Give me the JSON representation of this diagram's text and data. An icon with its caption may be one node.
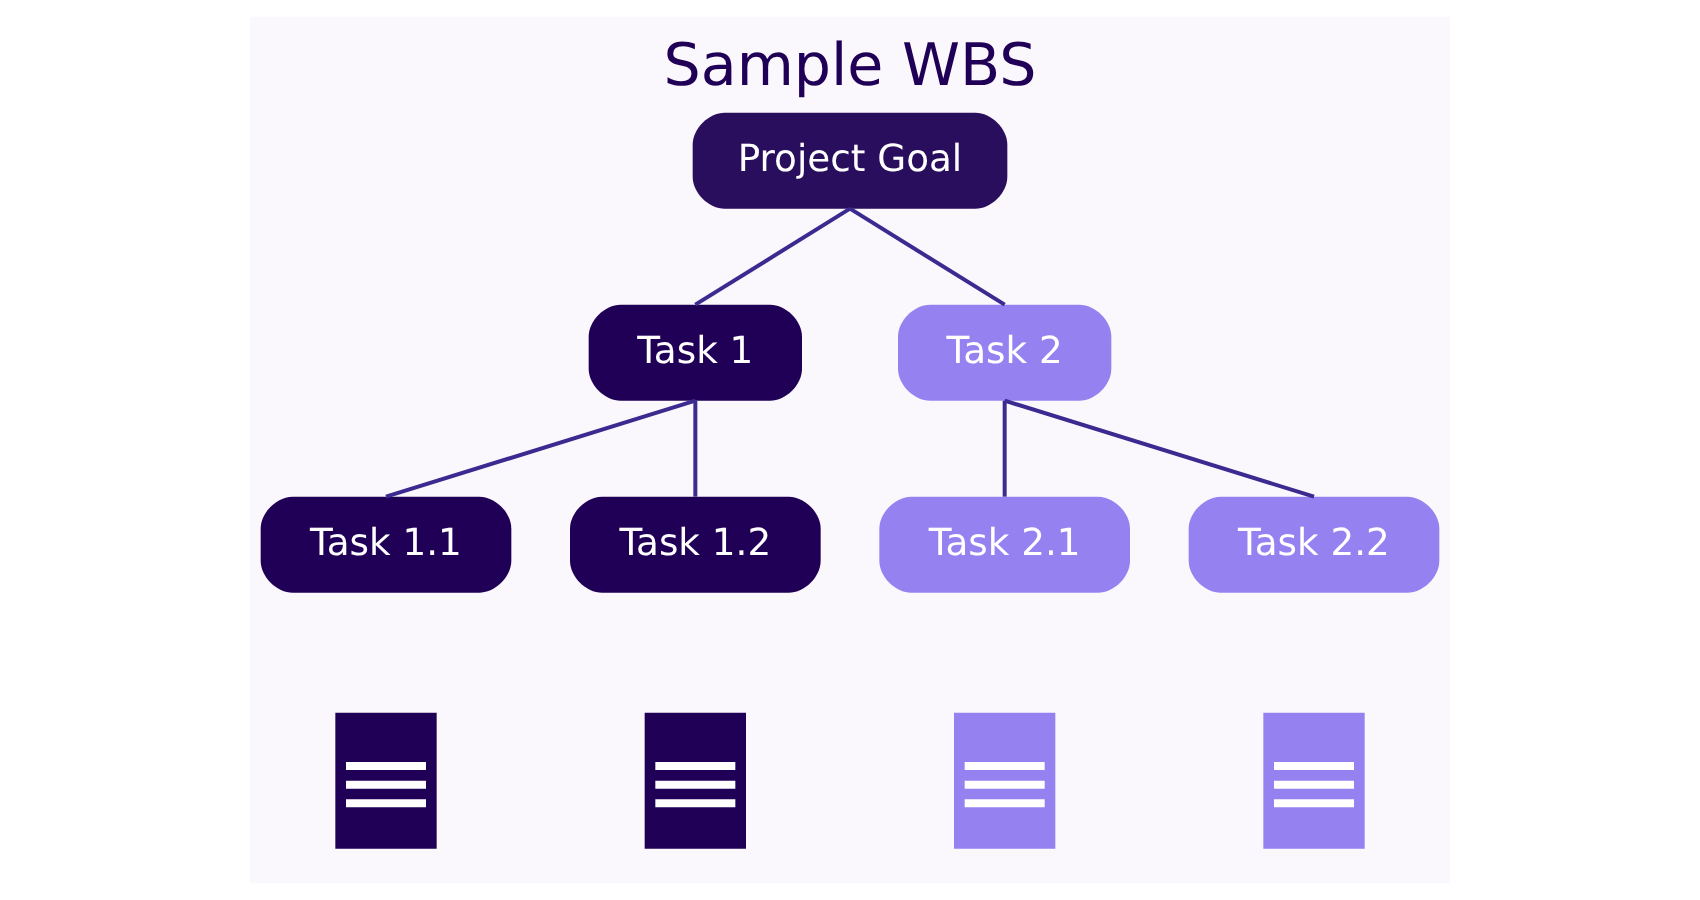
{
  "diagram": {
    "title": "Sample WBS",
    "nodes": [
      {
        "text": [
          "Project Goal"
        ]
      },
      {
        "text": [
          "Task 1"
        ]
      },
      {
        "text": [
          "Task 2"
        ]
      },
      {
        "text": [
          "Task 1.1"
        ]
      },
      {
        "text": [
          "Task 1.2"
        ]
      },
      {
        "text": [
          "Task 2.1"
        ]
      },
      {
        "text": [
          "Task 2.2"
        ]
      },
      {
        "text": [],
        "shape": "picture"
      },
      {
        "text": [],
        "shape": "picture"
      },
      {
        "text": [],
        "shape": "picture"
      },
      {
        "text": [],
        "shape": "picture"
      }
    ],
    "edges": [
      {
        "from": 0,
        "to": 1,
        "arrow": "none"
      },
      {
        "from": 0,
        "to": 2,
        "arrow": "none"
      },
      {
        "from": 1,
        "to": 3,
        "arrow": "none"
      },
      {
        "from": 1,
        "to": 4,
        "arrow": "none"
      },
      {
        "from": 2,
        "to": 5,
        "arrow": "none"
      },
      {
        "from": 2,
        "to": 6,
        "arrow": "none"
      }
    ]
  }
}
